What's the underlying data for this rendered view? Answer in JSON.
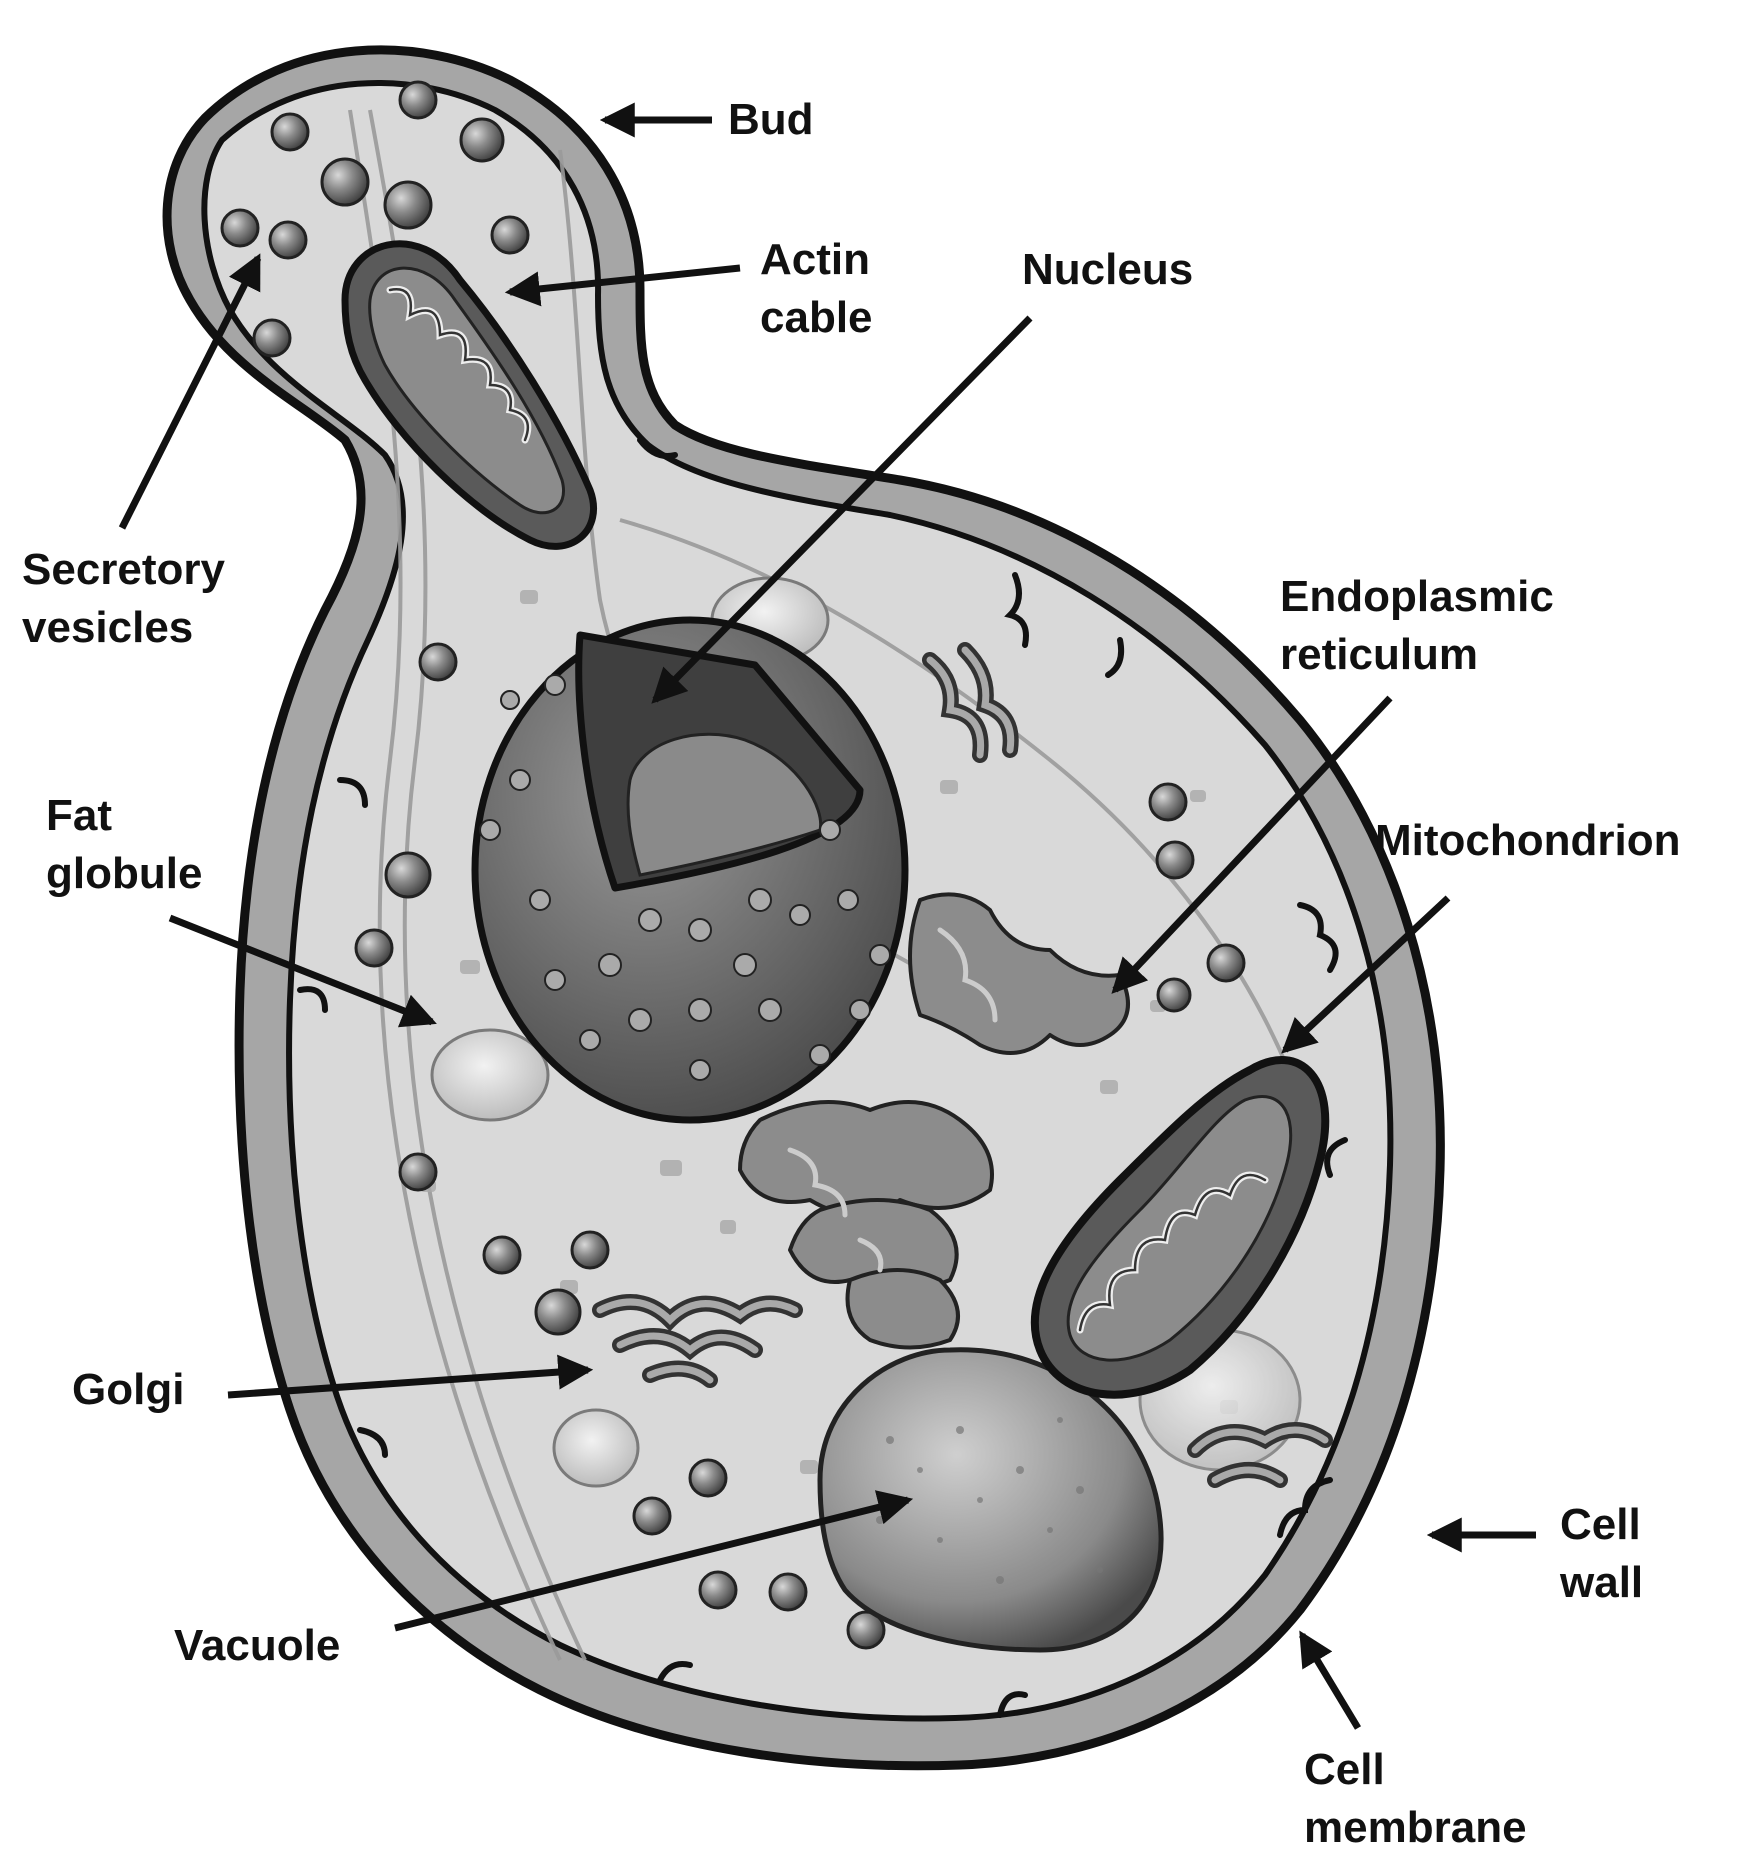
{
  "labels": {
    "bud": [
      "Bud"
    ],
    "actin_cable": [
      "Actin",
      "cable"
    ],
    "nucleus": [
      "Nucleus"
    ],
    "secretory_vesicles": [
      "Secretory",
      "vesicles"
    ],
    "endoplasmic_reticulum": [
      "Endoplasmic",
      "reticulum"
    ],
    "fat_globule": [
      "Fat",
      "globule"
    ],
    "mitochondrion": [
      "Mitochondrion"
    ],
    "golgi": [
      "Golgi"
    ],
    "vacuole": [
      "Vacuole"
    ],
    "cell_wall": [
      "Cell",
      "wall"
    ],
    "cell_membrane": [
      "Cell",
      "membrane"
    ]
  },
  "colors": {
    "cell_wall": "#a6a6a6",
    "cytoplasm": "#d9d9d9",
    "outline": "#111111",
    "organelle_dark": "#6e6e6e",
    "organelle_mid": "#8c8c8c",
    "vesicle": "#7a7a7a",
    "arrow": "#111111"
  }
}
